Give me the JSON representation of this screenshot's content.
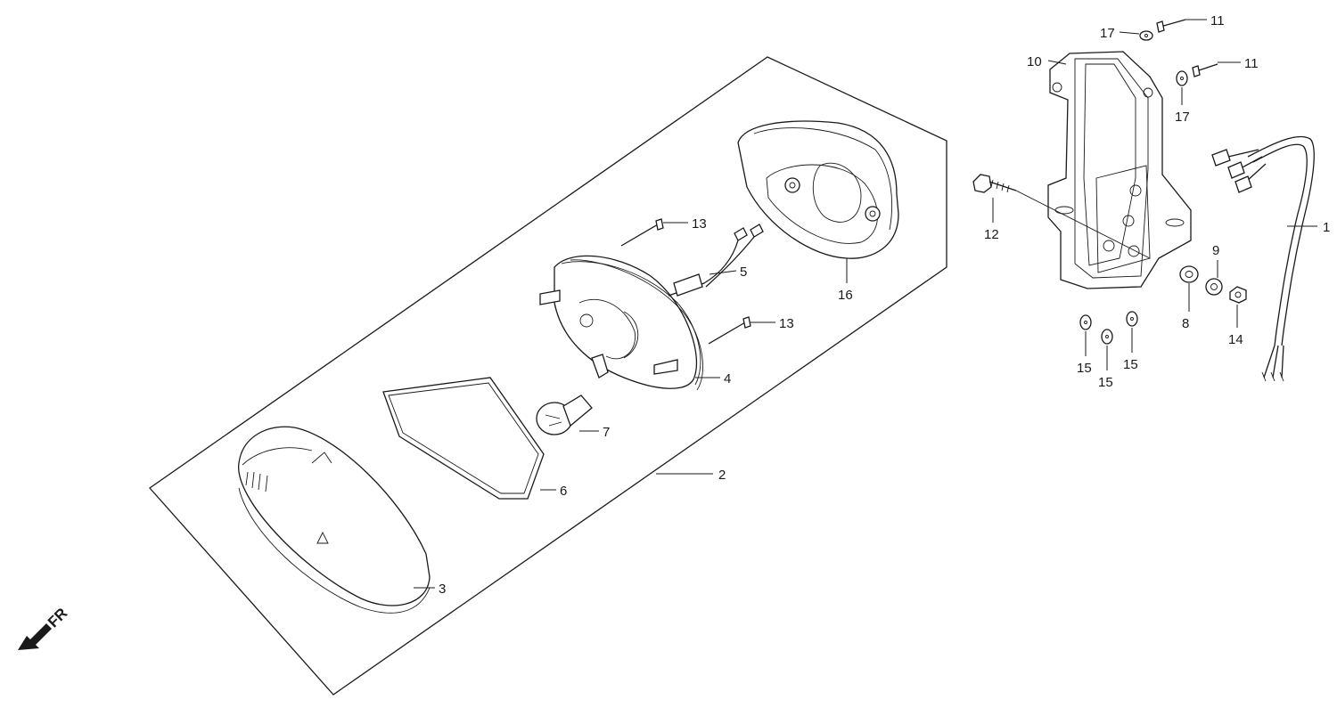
{
  "callouts": [
    {
      "id": "p1",
      "text": "1"
    },
    {
      "id": "p2",
      "text": "2"
    },
    {
      "id": "p3",
      "text": "3"
    },
    {
      "id": "p4",
      "text": "4"
    },
    {
      "id": "p5",
      "text": "5"
    },
    {
      "id": "p6",
      "text": "6"
    },
    {
      "id": "p7",
      "text": "7"
    },
    {
      "id": "p8",
      "text": "8"
    },
    {
      "id": "p9",
      "text": "9"
    },
    {
      "id": "p10",
      "text": "10"
    },
    {
      "id": "p11a",
      "text": "11"
    },
    {
      "id": "p11b",
      "text": "11"
    },
    {
      "id": "p12",
      "text": "12"
    },
    {
      "id": "p13a",
      "text": "13"
    },
    {
      "id": "p13b",
      "text": "13"
    },
    {
      "id": "p14",
      "text": "14"
    },
    {
      "id": "p15a",
      "text": "15"
    },
    {
      "id": "p15b",
      "text": "15"
    },
    {
      "id": "p15c",
      "text": "15"
    },
    {
      "id": "p16",
      "text": "16"
    },
    {
      "id": "p17a",
      "text": "17"
    },
    {
      "id": "p17b",
      "text": "17"
    }
  ],
  "direction": {
    "label": "FR"
  }
}
